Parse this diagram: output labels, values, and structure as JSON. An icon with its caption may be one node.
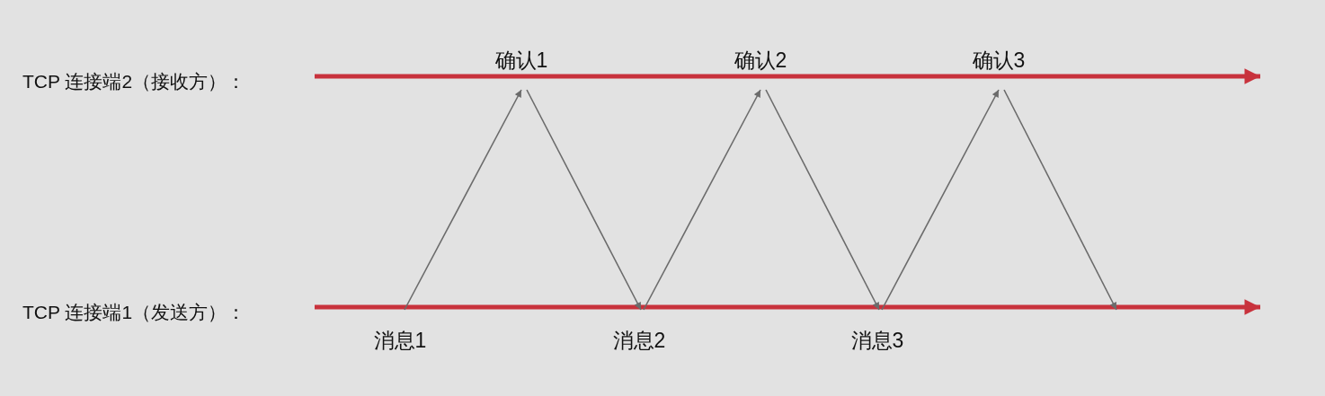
{
  "diagram": {
    "nodes": [
      {
        "text": [
          "TCP 连接端2（接收方）："
        ]
      },
      {
        "text": [
          "TCP 连接端1（发送方）："
        ]
      },
      {
        "text": [
          "消息1"
        ]
      },
      {
        "text": [
          "确认1"
        ]
      },
      {
        "text": [
          "消息2"
        ]
      },
      {
        "text": [
          "确认2"
        ]
      },
      {
        "text": [
          "消息3"
        ]
      },
      {
        "text": [
          "确认3"
        ]
      }
    ],
    "edges": [
      {
        "from": 0,
        "to": null,
        "arrow": "to",
        "style": "thick",
        "color": "#c8323c"
      },
      {
        "from": 1,
        "to": null,
        "arrow": "to",
        "style": "thick",
        "color": "#c8323c"
      },
      {
        "from": 2,
        "to": 3,
        "arrow": "to"
      },
      {
        "from": 3,
        "to": 4,
        "arrow": "to"
      },
      {
        "from": 4,
        "to": 5,
        "arrow": "to"
      },
      {
        "from": 5,
        "to": 6,
        "arrow": "to"
      },
      {
        "from": 6,
        "to": 7,
        "arrow": "to"
      },
      {
        "from": 7,
        "to": null,
        "arrow": "to"
      }
    ]
  }
}
